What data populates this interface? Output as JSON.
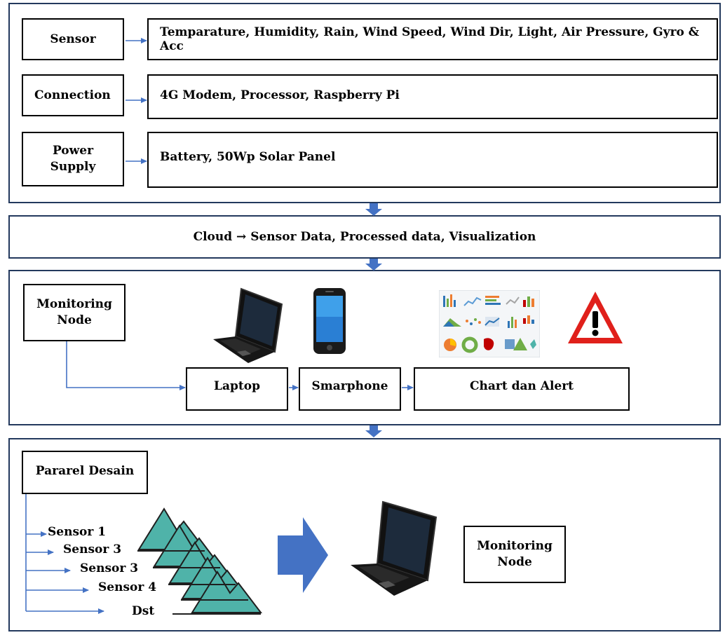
{
  "stack": {
    "sensor_label": "Sensor",
    "sensor_items": "Temparature, Humidity, Rain, Wind Speed, Wind Dir, Light, Air Pressure, Gyro & Acc",
    "connection_label": "Connection",
    "connection_items": "4G Modem, Processor, Raspberry Pi",
    "power_label_line1": "Power",
    "power_label_line2": "Supply",
    "power_items": "Battery, 50Wp Solar Panel"
  },
  "cloud": {
    "text": "Cloud → Sensor Data, Processed data, Visualization"
  },
  "monitoring": {
    "node_label_line1": "Monitoring",
    "node_label_line2": "Node",
    "laptop": "Laptop",
    "smartphone": "Smarphone",
    "chart_alert": "Chart dan Alert"
  },
  "parallel": {
    "title": "Pararel Desain",
    "sensors": [
      "Sensor 1",
      "Sensor 3",
      "Sensor 3",
      "Sensor 4",
      "Dst"
    ],
    "node_label_line1": "Monitoring",
    "node_label_line2": "Node"
  },
  "colors": {
    "panel_border": "#23395d",
    "arrow_blue": "#4472c4",
    "teal": "#4fb3a9",
    "alert_red": "#e0201b"
  },
  "icons": [
    "laptop-icon",
    "smartphone-icon",
    "chart-dashboard-icon",
    "warning-icon",
    "mountain-icon",
    "big-right-arrow-icon"
  ]
}
